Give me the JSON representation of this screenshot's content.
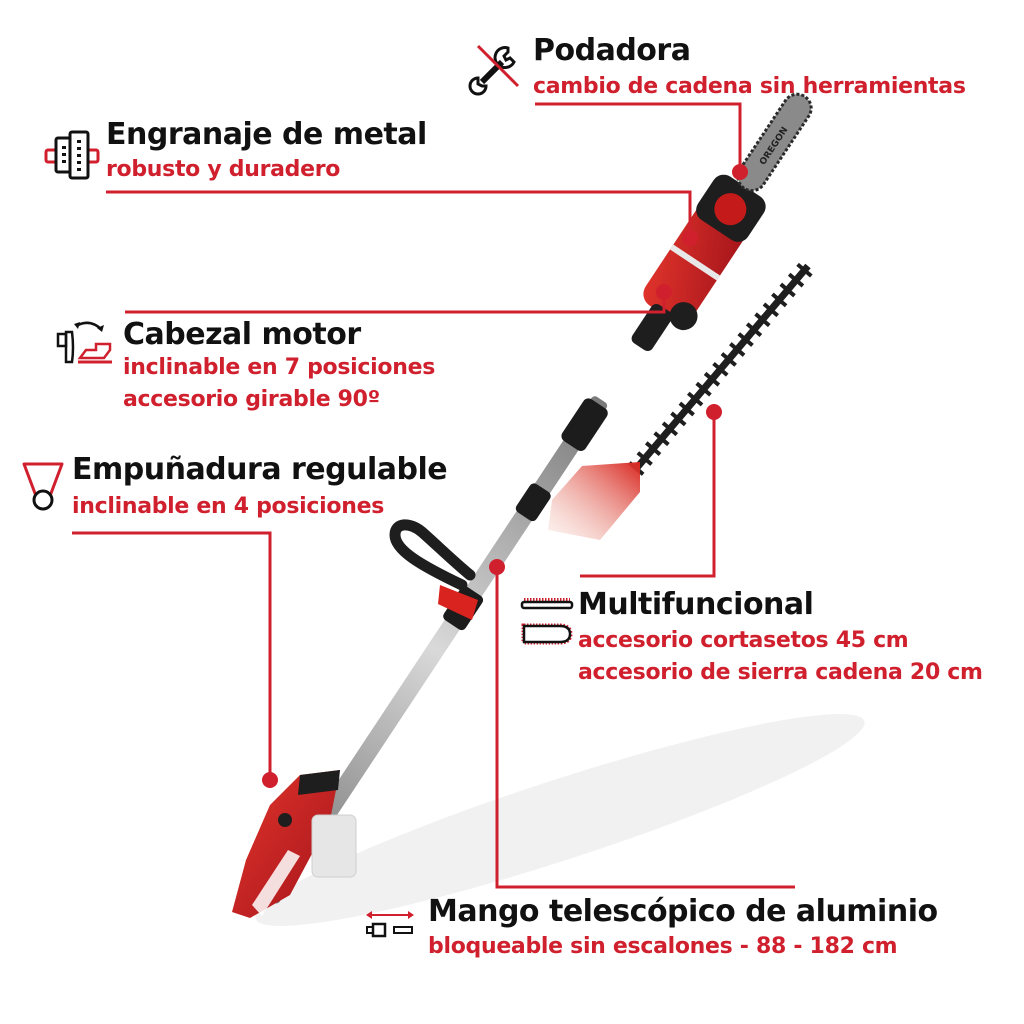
{
  "colors": {
    "accent": "#d0202e",
    "title": "#111111",
    "background": "#ffffff"
  },
  "features": [
    {
      "id": "podadora",
      "icon": "wrench-crossed-icon",
      "title": "Podadora",
      "lines": [
        "cambio de cadena sin herramientas"
      ]
    },
    {
      "id": "engranaje",
      "icon": "gear-block-icon",
      "title": "Engranaje de metal",
      "lines": [
        "robusto y duradero"
      ]
    },
    {
      "id": "cabezal",
      "icon": "tilt-head-icon",
      "title": "Cabezal motor",
      "lines": [
        "inclinable en 7 posiciones",
        "accesorio girable 90º"
      ]
    },
    {
      "id": "empunadura",
      "icon": "handle-loop-icon",
      "title": "Empuñadura regulable",
      "lines": [
        "inclinable en 4 posiciones"
      ]
    },
    {
      "id": "multifuncional",
      "icon": "blades-icon",
      "title": "Multifuncional",
      "lines": [
        "accesorio cortasetos 45 cm",
        "accesorio de sierra cadena 20 cm"
      ]
    },
    {
      "id": "mango",
      "icon": "telescopic-icon",
      "title": "Mango telescópico de aluminio",
      "lines": [
        "bloqueable sin escalones - 88 - 182 cm"
      ]
    }
  ],
  "product": {
    "bar_brand": "OREGON"
  }
}
